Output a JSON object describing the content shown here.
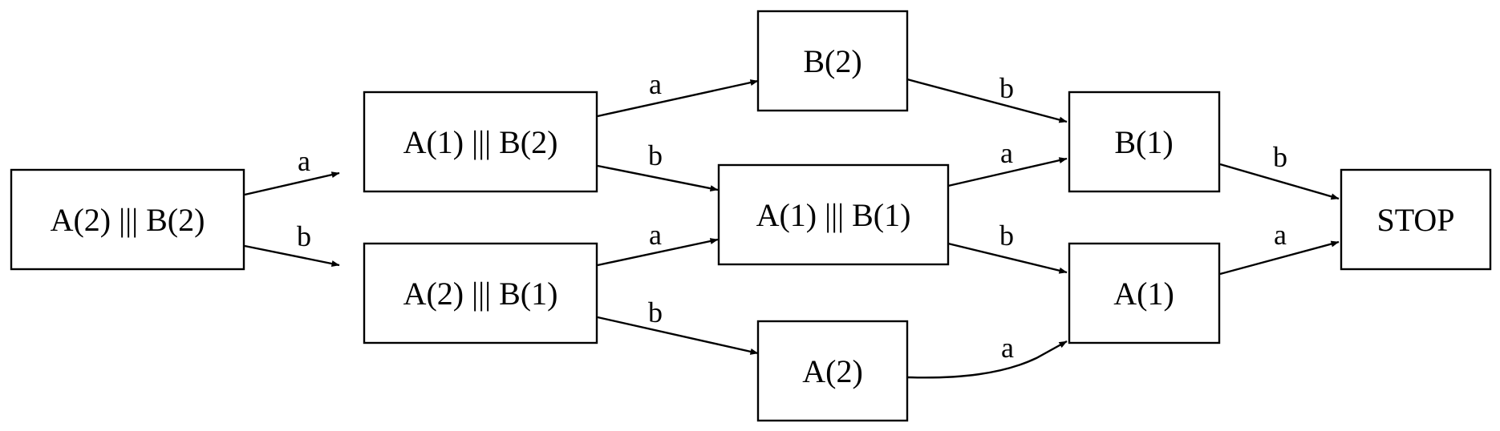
{
  "nodes": {
    "a2b2": "A(2) ||| B(2)",
    "a1b2": "A(1) ||| B(2)",
    "a2b1": "A(2) ||| B(1)",
    "b2": "B(2)",
    "a1b1": "A(1) ||| B(1)",
    "a2": "A(2)",
    "b1": "B(1)",
    "a1": "A(1)",
    "stop": "STOP"
  },
  "edges": [
    {
      "from": "A(2) ||| B(2)",
      "to": "A(1) ||| B(2)",
      "label": "a"
    },
    {
      "from": "A(2) ||| B(2)",
      "to": "A(2) ||| B(1)",
      "label": "b"
    },
    {
      "from": "A(1) ||| B(2)",
      "to": "B(2)",
      "label": "a"
    },
    {
      "from": "A(1) ||| B(2)",
      "to": "A(1) ||| B(1)",
      "label": "b"
    },
    {
      "from": "A(2) ||| B(1)",
      "to": "A(1) ||| B(1)",
      "label": "a"
    },
    {
      "from": "A(2) ||| B(1)",
      "to": "A(2)",
      "label": "b"
    },
    {
      "from": "B(2)",
      "to": "B(1)",
      "label": "b"
    },
    {
      "from": "A(1) ||| B(1)",
      "to": "B(1)",
      "label": "a"
    },
    {
      "from": "A(1) ||| B(1)",
      "to": "A(1)",
      "label": "b"
    },
    {
      "from": "A(2)",
      "to": "A(1)",
      "label": "a"
    },
    {
      "from": "B(1)",
      "to": "STOP",
      "label": "b"
    },
    {
      "from": "A(1)",
      "to": "STOP",
      "label": "a"
    }
  ]
}
